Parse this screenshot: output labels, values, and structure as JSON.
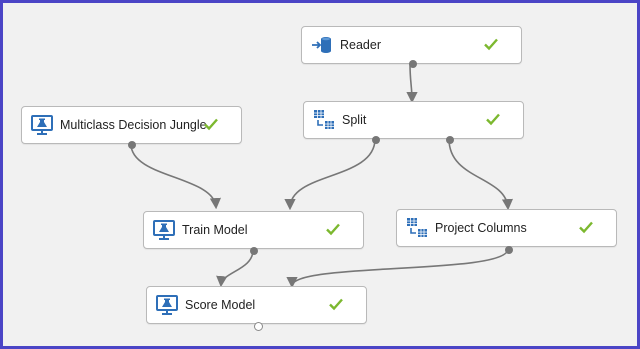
{
  "colors": {
    "frame_border": "#4b45c6",
    "canvas_bg": "#f1f1f1",
    "node_bg": "#ffffff",
    "edge": "#777777",
    "check": "#7cb82f",
    "icon_blue": "#2e6fb8"
  },
  "modules": {
    "reader": {
      "label": "Reader",
      "icon": "reader-icon"
    },
    "split": {
      "label": "Split",
      "icon": "split-icon"
    },
    "jungle": {
      "label": "Multiclass Decision Jungle",
      "icon": "model-icon"
    },
    "train": {
      "label": "Train Model",
      "icon": "model-icon"
    },
    "project": {
      "label": "Project Columns",
      "icon": "split-icon"
    },
    "score": {
      "label": "Score Model",
      "icon": "model-icon"
    }
  }
}
